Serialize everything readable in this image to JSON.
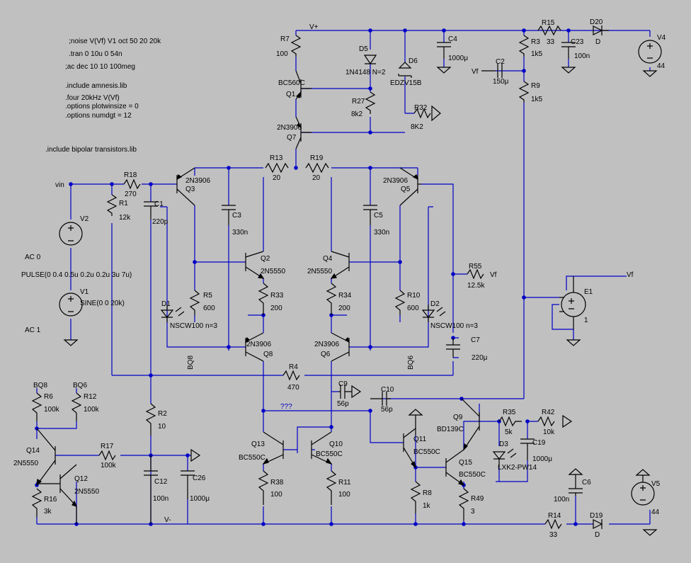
{
  "directives": [
    ";noise V(Vf) V1 oct 50 20 20k",
    ".tran 0 10u 0 54n",
    ";ac dec 10 10 100meg",
    ".include amnesis.lib",
    ".four 20kHz V(Vf)",
    ".options plotwinsize = 0",
    ".options numdgt = 12",
    ".include bipolar transistors.lib"
  ],
  "sources": {
    "v2_ac": "AC 0",
    "v2_pulse": "PULSE(0 0.4 0.5u 0.2u 0.2u 3u 7u)",
    "v1_sine": "SINE(0 0 20k)",
    "v1_ac": "AC 1"
  },
  "nets": {
    "vplus": "V+",
    "vminus": "V-",
    "vin": "vin",
    "vf": "Vf",
    "bq8": "BQ8",
    "bq6": "BQ6",
    "unknown": "???"
  },
  "parts": {
    "R7": {
      "name": "R7",
      "value": "100"
    },
    "D5": {
      "name": "D5",
      "value": "1N4148 N=2"
    },
    "D6": {
      "name": "D6",
      "value": "EDZV15B"
    },
    "C4": {
      "name": "C4",
      "value": "1000μ"
    },
    "R15": {
      "name": "R15",
      "value": "33"
    },
    "D20": {
      "name": "D20",
      "value": "D"
    },
    "V4": {
      "name": "V4",
      "value": "44"
    },
    "R3": {
      "name": "R3",
      "value": "1k5"
    },
    "C23": {
      "name": "C23",
      "value": "100n"
    },
    "C2": {
      "name": "C2",
      "value": "150μ"
    },
    "R9": {
      "name": "R9",
      "value": "1k5"
    },
    "Q1": {
      "name": "Q1",
      "value": "BC560C"
    },
    "R27": {
      "name": "R27",
      "value": "8k2"
    },
    "R32": {
      "name": "R32",
      "value": "8K2"
    },
    "Q7": {
      "name": "Q7",
      "value": "2N3906"
    },
    "R13": {
      "name": "R13",
      "value": "20"
    },
    "R19": {
      "name": "R19",
      "value": "20"
    },
    "R18": {
      "name": "R18",
      "value": "270"
    },
    "R1": {
      "name": "R1",
      "value": "12k"
    },
    "Q3": {
      "name": "Q3",
      "value": "2N3906"
    },
    "Q5": {
      "name": "Q5",
      "value": "2N3906"
    },
    "C1": {
      "name": "C1",
      "value": "220p"
    },
    "C3": {
      "name": "C3",
      "value": "330n"
    },
    "C5": {
      "name": "C5",
      "value": "330n"
    },
    "Q2": {
      "name": "Q2",
      "value": "2N5550"
    },
    "Q4": {
      "name": "Q4",
      "value": "2N5550"
    },
    "V2": {
      "name": "V2",
      "value": ""
    },
    "V1": {
      "name": "V1",
      "value": ""
    },
    "R55": {
      "name": "R55",
      "value": "12.5k"
    },
    "R5": {
      "name": "R5",
      "value": "600"
    },
    "R33": {
      "name": "R33",
      "value": "200"
    },
    "R34": {
      "name": "R34",
      "value": "200"
    },
    "R10": {
      "name": "R10",
      "value": "600"
    },
    "E1": {
      "name": "E1",
      "value": "1"
    },
    "D1": {
      "name": "D1",
      "value": "NSCW100 n=3"
    },
    "D2": {
      "name": "D2",
      "value": "NSCW100 n=3"
    },
    "C7": {
      "name": "C7",
      "value": "220μ"
    },
    "Q8": {
      "name": "Q8",
      "value": "2N3906"
    },
    "Q6": {
      "name": "Q6",
      "value": "2N3906"
    },
    "R4": {
      "name": "R4",
      "value": "470"
    },
    "C9": {
      "name": "C9",
      "value": "56p"
    },
    "C10": {
      "name": "C10",
      "value": "56p"
    },
    "R6": {
      "name": "R6",
      "value": "100k"
    },
    "R12": {
      "name": "R12",
      "value": "100k"
    },
    "R2": {
      "name": "R2",
      "value": "10"
    },
    "Q9": {
      "name": "Q9",
      "value": "BD139C"
    },
    "R35": {
      "name": "R35",
      "value": "5k"
    },
    "R42": {
      "name": "R42",
      "value": "10k"
    },
    "Q14": {
      "name": "Q14",
      "value": "2N5550"
    },
    "R17": {
      "name": "R17",
      "value": "100k"
    },
    "Q13": {
      "name": "Q13",
      "value": "BC550C"
    },
    "Q10": {
      "name": "Q10",
      "value": "BC550C"
    },
    "Q11": {
      "name": "Q11",
      "value": "BC550C"
    },
    "D3": {
      "name": "D3",
      "value": "LXK2-PW14"
    },
    "C19": {
      "name": "C19",
      "value": "1000μ"
    },
    "Q15": {
      "name": "Q15",
      "value": "BC550C"
    },
    "Q12": {
      "name": "Q12",
      "value": "2N5550"
    },
    "R16": {
      "name": "R16",
      "value": "3k"
    },
    "C12": {
      "name": "C12",
      "value": "100n"
    },
    "C26": {
      "name": "C26",
      "value": "1000μ"
    },
    "R38": {
      "name": "R38",
      "value": "100"
    },
    "R11": {
      "name": "R11",
      "value": "100"
    },
    "R8": {
      "name": "R8",
      "value": "1k"
    },
    "R49": {
      "name": "R49",
      "value": "3"
    },
    "C6": {
      "name": "C6",
      "value": "100n"
    },
    "V5": {
      "name": "V5",
      "value": "44"
    },
    "R14": {
      "name": "R14",
      "value": "33"
    },
    "D19": {
      "name": "D19",
      "value": "D"
    }
  }
}
